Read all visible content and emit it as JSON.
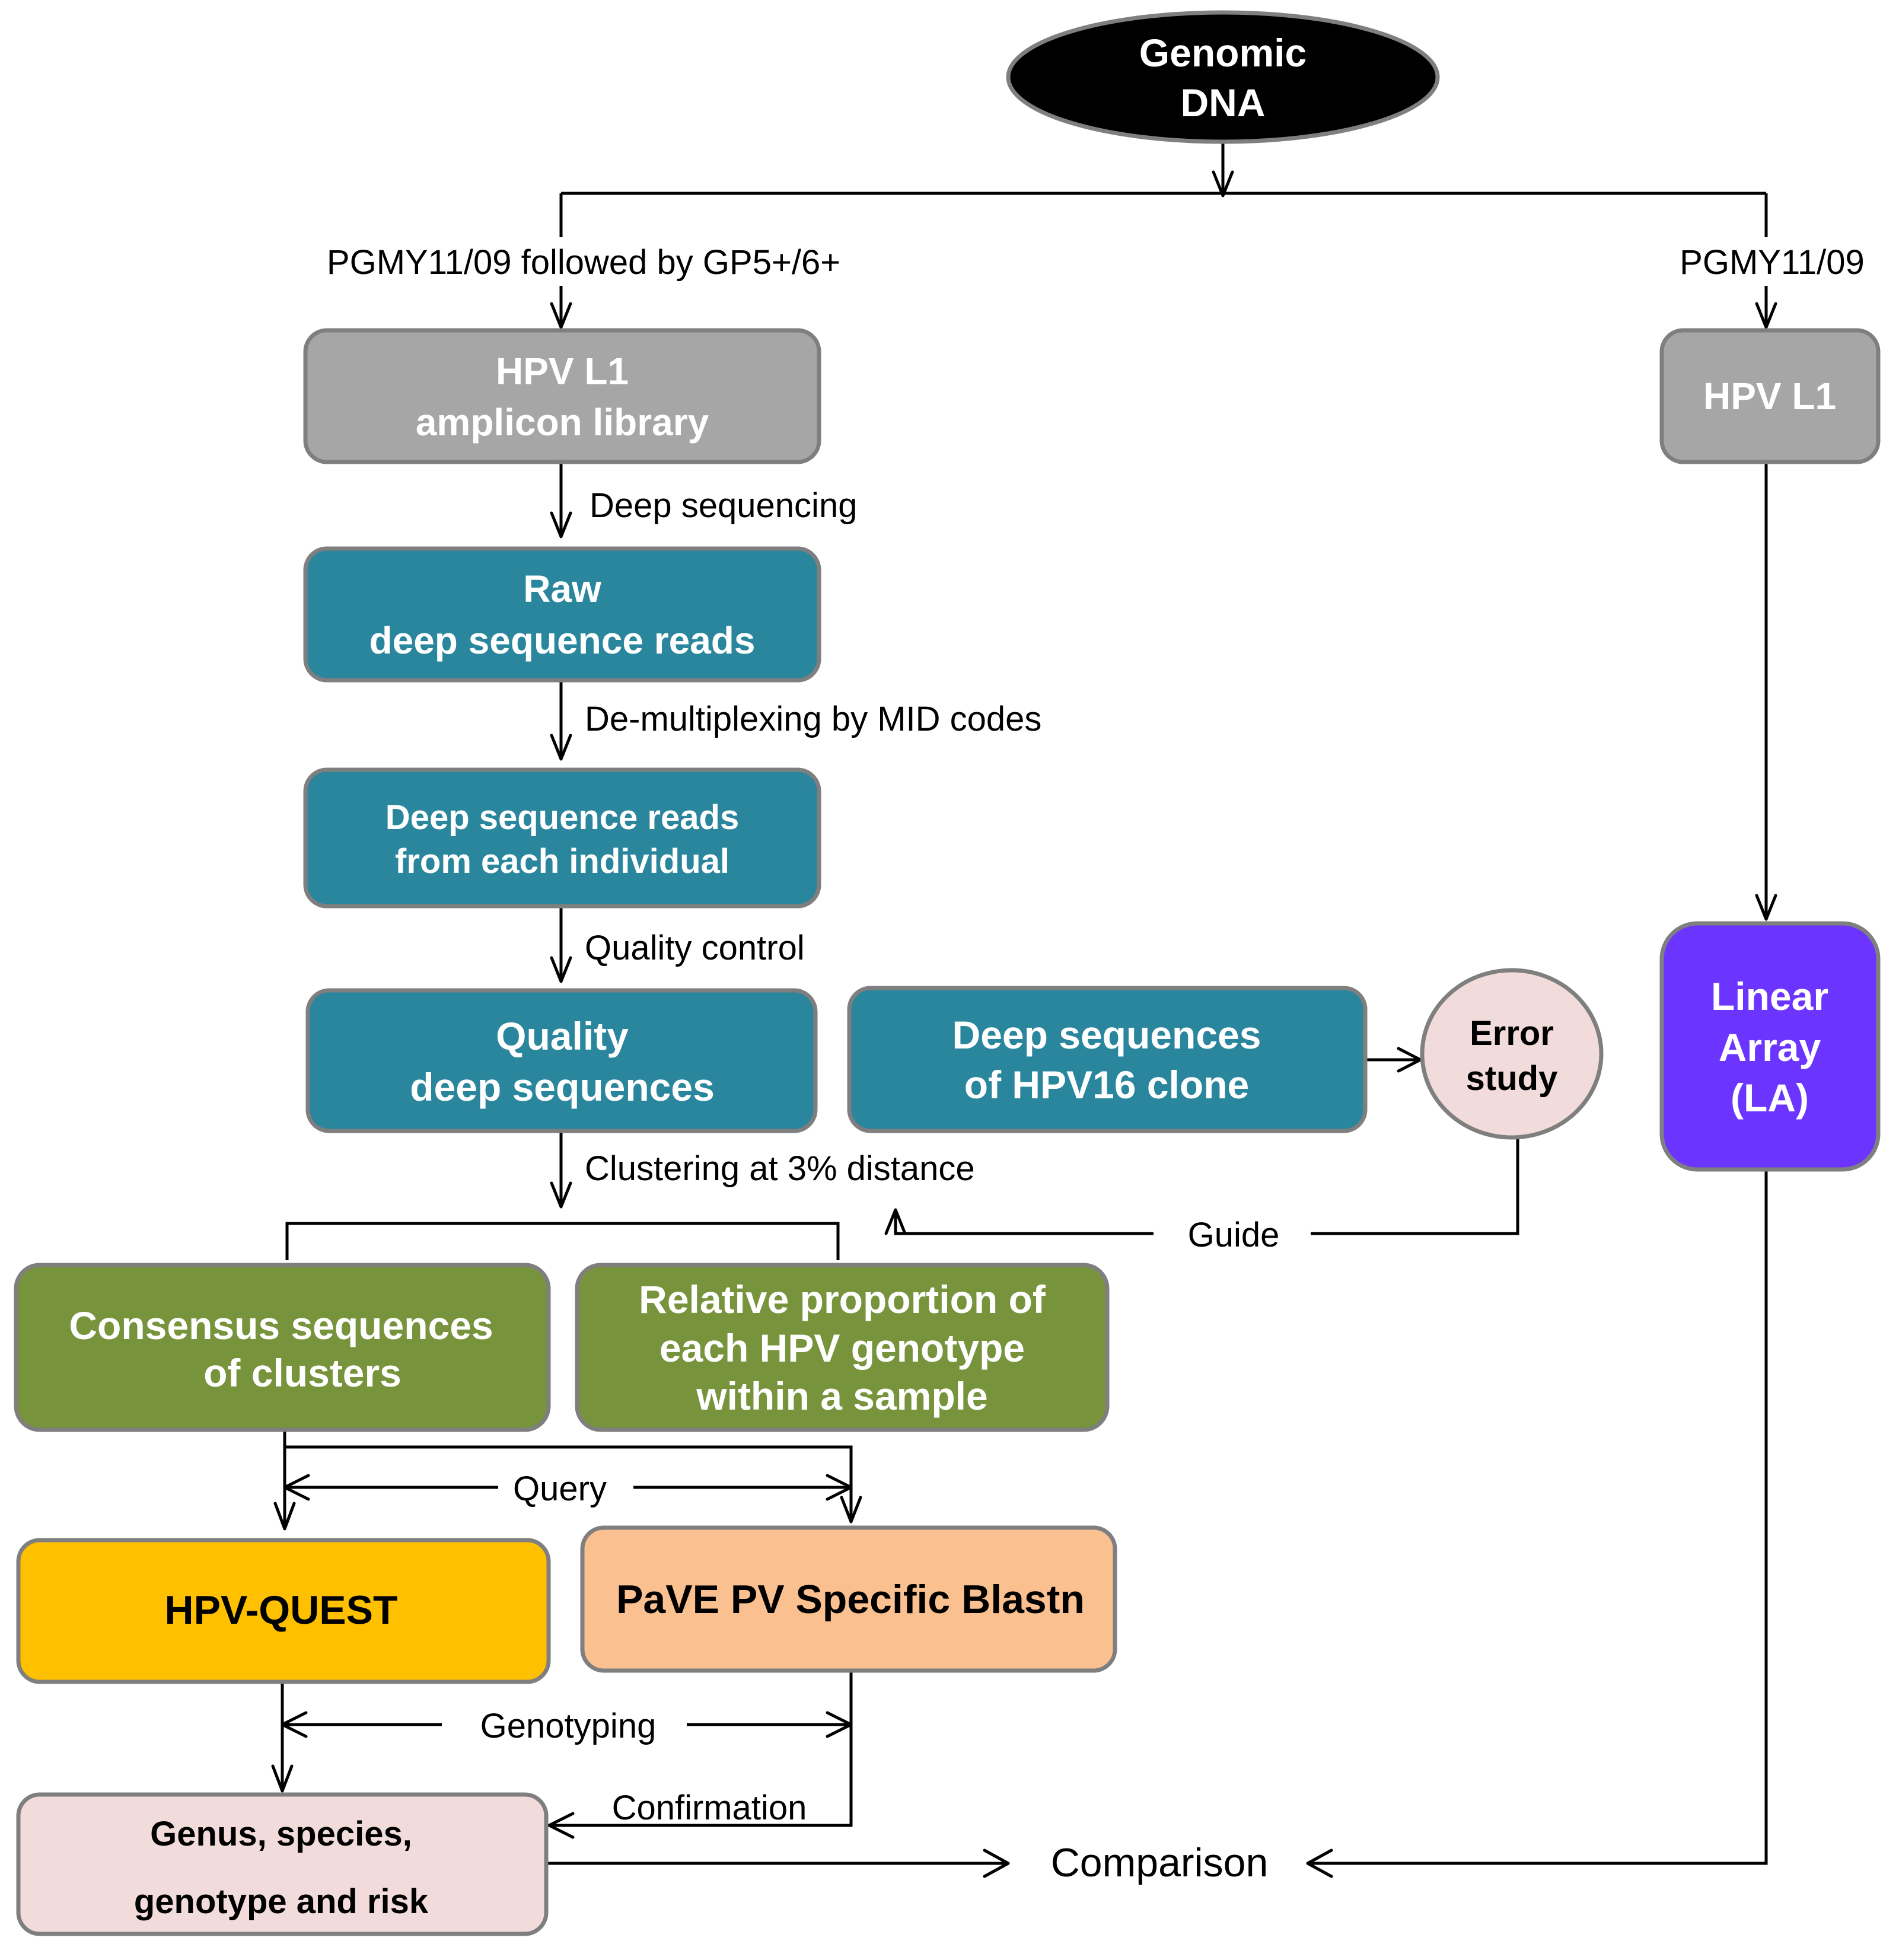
{
  "diagram": {
    "nodes": {
      "genomic_dna": {
        "lines": [
          "Genomic",
          "DNA"
        ],
        "color": "#000000"
      },
      "amplicon_library": {
        "lines": [
          "HPV L1",
          "amplicon library"
        ],
        "color": "#a6a6a6"
      },
      "hpv_l1_right": {
        "lines": [
          "HPV L1"
        ],
        "color": "#a6a6a6"
      },
      "raw_reads": {
        "lines": [
          "Raw",
          "deep sequence reads"
        ],
        "color": "#2a869d"
      },
      "individual_reads": {
        "lines": [
          "Deep sequence reads",
          "from each individual"
        ],
        "color": "#2a869d"
      },
      "quality_sequences": {
        "lines": [
          "Quality",
          "deep sequences"
        ],
        "color": "#2a869d"
      },
      "hpv16_clone": {
        "lines": [
          "Deep sequences",
          "of HPV16 clone"
        ],
        "color": "#2a869d"
      },
      "error_study": {
        "lines": [
          "Error",
          "study"
        ],
        "color": "#f2dcdb"
      },
      "linear_array": {
        "lines": [
          "Linear",
          "Array",
          "(LA)"
        ],
        "color": "#6b35ff"
      },
      "consensus": {
        "lines": [
          "Consensus sequences",
          "of clusters"
        ],
        "color": "#77933c"
      },
      "relative_proportion": {
        "lines": [
          "Relative proportion of",
          "each HPV genotype",
          "within a sample"
        ],
        "color": "#77933c"
      },
      "hpv_quest": {
        "lines": [
          "HPV-QUEST"
        ],
        "color": "#ffc000"
      },
      "pave_blastn": {
        "lines": [
          "PaVE  PV Specific Blastn"
        ],
        "color": "#fac090"
      },
      "genus_species": {
        "lines": [
          "Genus, species,",
          "genotype and risk"
        ],
        "color": "#f2dcdb"
      },
      "comparison": {
        "lines": [
          "Comparison"
        ]
      }
    },
    "edge_labels": {
      "left_primer": "PGMY11/09 followed  by GP5+/6+",
      "right_primer": "PGMY11/09",
      "deep_sequencing": "Deep sequencing",
      "demultiplexing": "De-multiplexing  by MID codes",
      "quality_control": "Quality control",
      "clustering": "Clustering at 3% distance",
      "guide": "Guide",
      "query": "Query",
      "genotyping": "Genotyping",
      "confirmation": "Confirmation"
    }
  }
}
